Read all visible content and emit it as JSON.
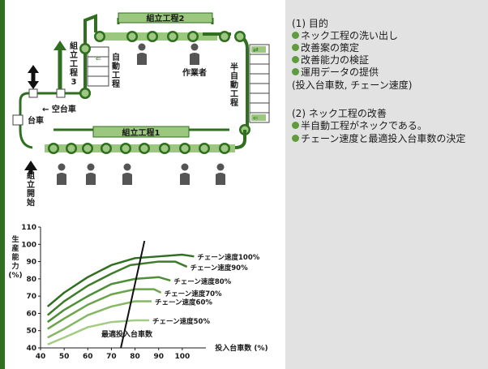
{
  "colors": {
    "dark_green": "#2f6f1f",
    "mid_green": "#5f9c3e",
    "light_green": "#9cc77e",
    "station_fill": "#9fc784",
    "panel_gray": "#e2e2e2",
    "person_gray": "#555555"
  },
  "layout_diagram": {
    "process_labels": {
      "process2": "組立工程2",
      "process1": "組立工程1",
      "process3": [
        "組",
        "立",
        "工",
        "程",
        "3"
      ],
      "auto": [
        "自",
        "動",
        "工",
        "程"
      ],
      "semi_auto": [
        "半",
        "自",
        "動",
        "工",
        "程"
      ]
    },
    "worker_label": "作業者",
    "empty_cart_label": "空台車",
    "cart_label": "台車",
    "start_label": [
      "組",
      "立",
      "開",
      "始"
    ]
  },
  "notes": {
    "section1": {
      "title": "(1) 目的",
      "items": [
        "ネック工程の洗い出し",
        "改善案の策定",
        "改善能力の検証",
        "運用データの提供"
      ],
      "sub": "(投入台車数, チェーン速度)"
    },
    "section2": {
      "title": "(2) ネック工程の改善",
      "items": [
        "半自動工程がネックである。",
        "チェーン速度と最適投入台車数の決定"
      ]
    }
  },
  "chart_data": {
    "type": "line",
    "ylabel": [
      "生",
      "産",
      "能",
      "力",
      "(%)"
    ],
    "xlabel": "投入台車数 (%)",
    "xlim": [
      40,
      110
    ],
    "ylim": [
      40,
      110
    ],
    "xticks": [
      40,
      50,
      60,
      70,
      80,
      90,
      100
    ],
    "yticks": [
      40,
      50,
      60,
      70,
      80,
      90,
      100,
      110
    ],
    "series": [
      {
        "name": "チェーン速度100%",
        "color": "#2f6f1f",
        "points": [
          [
            43,
            64
          ],
          [
            50,
            72
          ],
          [
            60,
            81
          ],
          [
            70,
            88
          ],
          [
            80,
            92
          ],
          [
            90,
            93
          ],
          [
            100,
            94
          ],
          [
            105,
            93
          ]
        ]
      },
      {
        "name": "チェーン速度90%",
        "color": "#3d7d2a",
        "points": [
          [
            43,
            59
          ],
          [
            50,
            67
          ],
          [
            60,
            76
          ],
          [
            70,
            83
          ],
          [
            78,
            88
          ],
          [
            90,
            90
          ],
          [
            97,
            90
          ],
          [
            102,
            87
          ]
        ]
      },
      {
        "name": "チェーン速度80%",
        "color": "#4e8f36",
        "points": [
          [
            43,
            55
          ],
          [
            50,
            62
          ],
          [
            60,
            70
          ],
          [
            70,
            77
          ],
          [
            80,
            80
          ],
          [
            90,
            81
          ],
          [
            95,
            79
          ]
        ]
      },
      {
        "name": "チェーン速度70%",
        "color": "#6ba54b",
        "points": [
          [
            43,
            51
          ],
          [
            50,
            57
          ],
          [
            60,
            65
          ],
          [
            70,
            71
          ],
          [
            80,
            74
          ],
          [
            88,
            74
          ],
          [
            91,
            72
          ]
        ]
      },
      {
        "name": "チェーン速度60%",
        "color": "#85b865",
        "points": [
          [
            43,
            46
          ],
          [
            50,
            51
          ],
          [
            60,
            59
          ],
          [
            70,
            64
          ],
          [
            80,
            67
          ],
          [
            87,
            67
          ]
        ]
      },
      {
        "name": "チェーン速度50%",
        "color": "#a2cc84",
        "points": [
          [
            43,
            42
          ],
          [
            50,
            46
          ],
          [
            60,
            52
          ],
          [
            70,
            55
          ],
          [
            80,
            56
          ],
          [
            86,
            56
          ]
        ]
      }
    ],
    "optimal_line": {
      "label": "最適投入台車数",
      "points": [
        [
          74,
          40
        ],
        [
          84,
          102
        ]
      ]
    }
  }
}
